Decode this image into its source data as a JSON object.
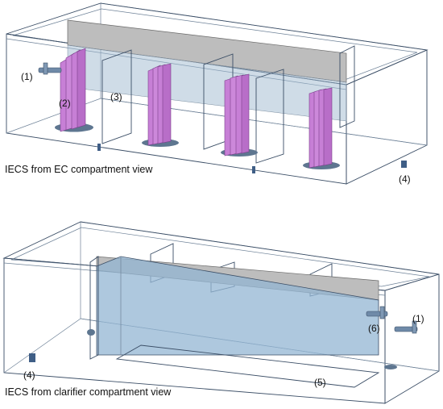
{
  "captions": {
    "top_view": "IECS from EC compartment view",
    "bottom_view": "IECS from clarifier compartment view"
  },
  "labels": {
    "top": [
      "(1)",
      "(2)",
      "(3)",
      "(4)"
    ],
    "bottom": [
      "(1)",
      "(6)",
      "(4)",
      "(5)"
    ]
  },
  "colors": {
    "tank": "#a9d3f3",
    "tank_edge": "#3b4e66",
    "electrode": "#c77fd6",
    "baffle": "#bcbcbc",
    "pipe": "#6f8aa8",
    "base_disc": "#5e7690"
  }
}
